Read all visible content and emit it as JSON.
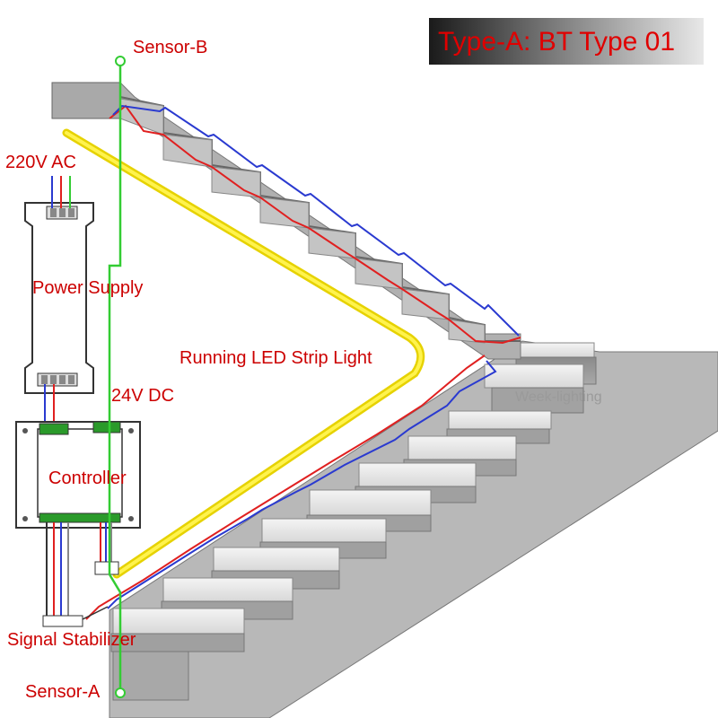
{
  "title": "Type-A: BT Type 01",
  "labels": {
    "sensor_b": "Sensor-B",
    "sensor_a": "Sensor-A",
    "ac_input": "220V AC",
    "power_supply": "Power Supply",
    "dc_output": "24V DC",
    "controller": "Controller",
    "led_strip": "Running LED Strip Light",
    "signal_stabilizer": "Signal Stabilizer"
  },
  "watermark": "Week-lighting",
  "colors": {
    "label_text": "#cc0000",
    "sensor_wire": "#33cc33",
    "led_strip": "#f5e600",
    "wire_red": "#e02020",
    "wire_blue": "#2a3ad0",
    "stair": "#9a9a9a"
  }
}
